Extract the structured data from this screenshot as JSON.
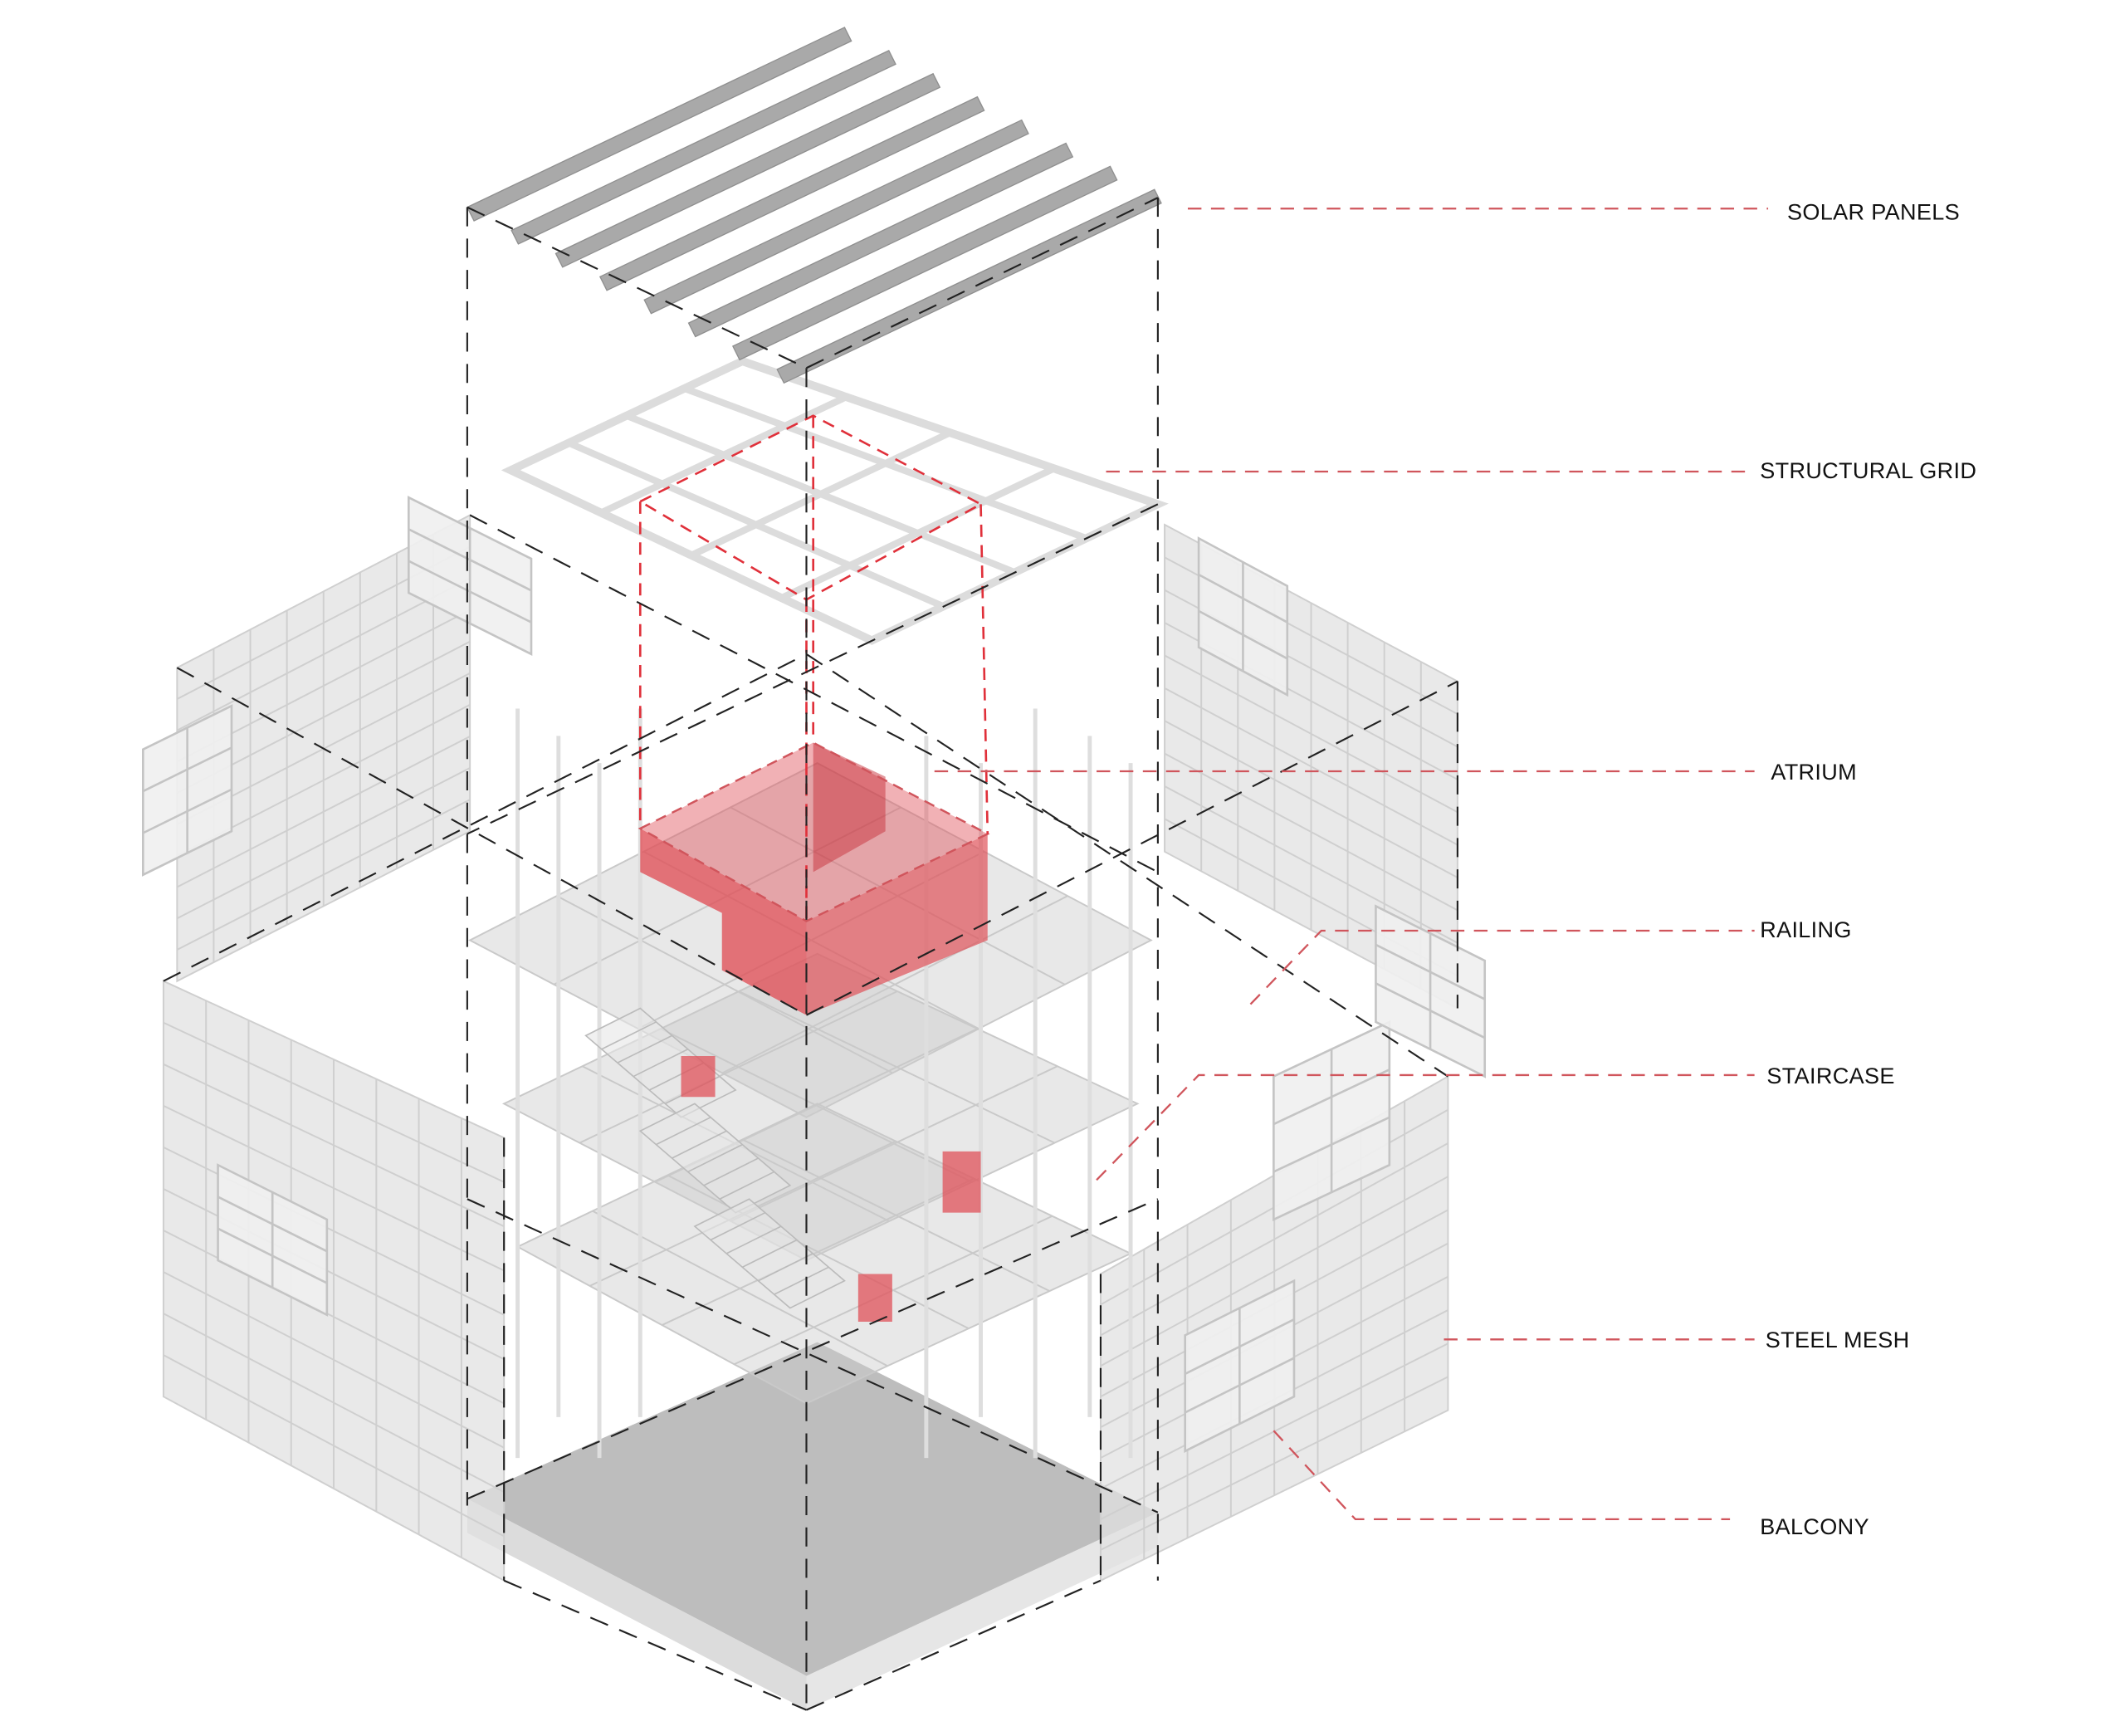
{
  "diagram": {
    "type": "exploded axonometric",
    "colors": {
      "leader": "#d0555c",
      "atrium": "#e0525a",
      "mesh": "#e9e9e9",
      "mesh_line": "#cfcfcf",
      "slab": "#bdbdbd",
      "solar": "#a9a9a9",
      "axis_dash": "#222222"
    },
    "labels": [
      {
        "id": "solar-panels",
        "text": "SOLAR PANELS"
      },
      {
        "id": "structural-grid",
        "text": "STRUCTURAL GRID"
      },
      {
        "id": "atrium",
        "text": "ATRIUM"
      },
      {
        "id": "railing",
        "text": "RAILING"
      },
      {
        "id": "staircase",
        "text": "STAIRCASE"
      },
      {
        "id": "steel-mesh",
        "text": "STEEL MESH"
      },
      {
        "id": "balcony",
        "text": "BALCONY"
      }
    ]
  }
}
